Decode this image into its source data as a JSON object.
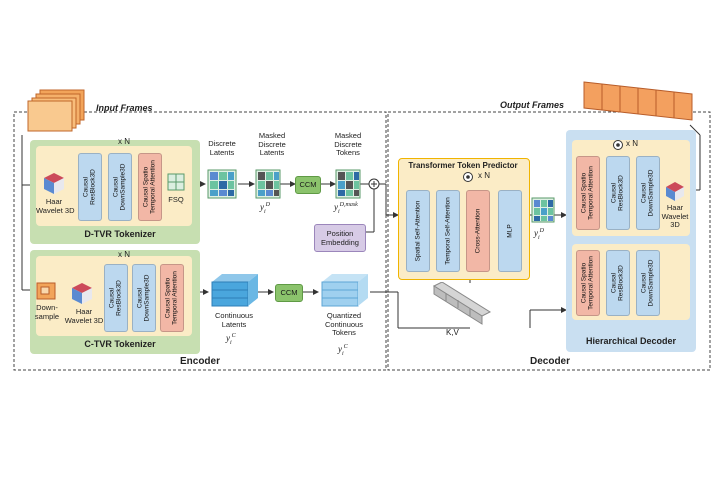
{
  "encoder": {
    "input_frames": "Input Frames",
    "label": "Encoder",
    "d_tvr": {
      "title": "D-TVR Tokenizer",
      "haar": "Haar\nWavelet 3D",
      "blocks": [
        "Causal\nResBlock3D",
        "Causal\nDownSample3D",
        "Causal Spatio\nTemporal Attention"
      ],
      "repeat": "x N",
      "fsq": "FSQ"
    },
    "c_tvr": {
      "title": "C-TVR Tokenizer",
      "downsample": "Down-\nsample",
      "haar": "Haar\nWavelet 3D",
      "blocks": [
        "Causal\nResBlock3D",
        "Causal\nDownSample3D",
        "Causal Spatio\nTemporal Attention"
      ],
      "repeat": "x N"
    },
    "discrete_latents": "Discrete\nLatents",
    "masked_discrete_latents": "Masked\nDiscrete\nLatents",
    "masked_discrete_tokens": "Masked\nDiscrete\nTokens",
    "y_D": "y",
    "y_D_sub": "i",
    "y_D_sup": "D",
    "y_Dmask_sup": "D,mask",
    "ccm1": "CCM",
    "ccm2": "CCM",
    "position_embedding": "Position\nEmbedding",
    "continuous_latents": "Continuous\nLatents",
    "y_C_sup": "C",
    "quantized_continuous_tokens": "Quantized\nContinuous\nTokens",
    "yhat_C_sup": "C"
  },
  "decoder": {
    "output_frames": "Output Frames",
    "label": "Decoder",
    "transformer": {
      "title": "Transformer Token Predictor",
      "repeat": "x N",
      "blocks": [
        "Spatial Self-Attention",
        "Temporal Self-Attention",
        "Cross-Attention",
        "MLP"
      ]
    },
    "kv": "K,V",
    "yhat_D_sup": "D",
    "hierarchical": {
      "title": "Hierarchical Decoder",
      "repeat": "x N",
      "top_blocks": [
        "Causal Spatio\nTemporal Attention",
        "Causal\nResBlock3D",
        "Causal\nDownSample3D"
      ],
      "bottom_blocks": [
        "Causal Spatio\nTemporal Attention",
        "Causal\nResBlock3D",
        "Causal\nDownSample3D"
      ],
      "haar": "Haar\nWavelet\n3D"
    }
  },
  "colors": {
    "green_panel": "#c7dfb1",
    "yellow_panel": "#fbecc6",
    "blue_panel": "#c9dff1",
    "purple": "#d7cbe6",
    "pink": "#f2b7a6",
    "lblue": "#bcd8ef",
    "ccm": "#8bc36c"
  }
}
